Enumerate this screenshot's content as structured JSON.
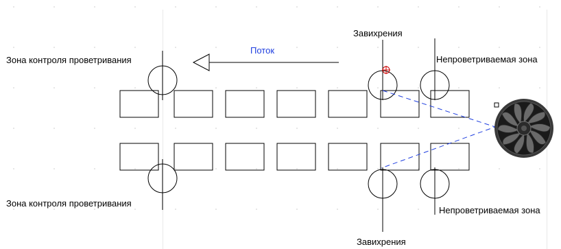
{
  "labels": {
    "control_zone_top": "Зона контроля проветривания",
    "control_zone_bottom": "Зона контроля проветривания",
    "flow": "Поток",
    "vortex_top": "Завихрения",
    "vortex_bottom": "Завихрения",
    "dead_zone_top": "Непроветриваемая зона",
    "dead_zone_bottom": "Непроветриваемая зона"
  },
  "colors": {
    "line": "#000000",
    "flow_text": "#1f3fe0",
    "airflow_dash": "#1f3fe0",
    "marker": "#cc0000",
    "grid_dot": "#c8c8c8",
    "frame": "#e8e8e8"
  },
  "icons": {
    "fan": "fan-icon",
    "flow_arrow": "arrow-left-icon",
    "vortex_marker": "crosshair-marker-icon",
    "fan_handle": "selection-handle-icon"
  }
}
